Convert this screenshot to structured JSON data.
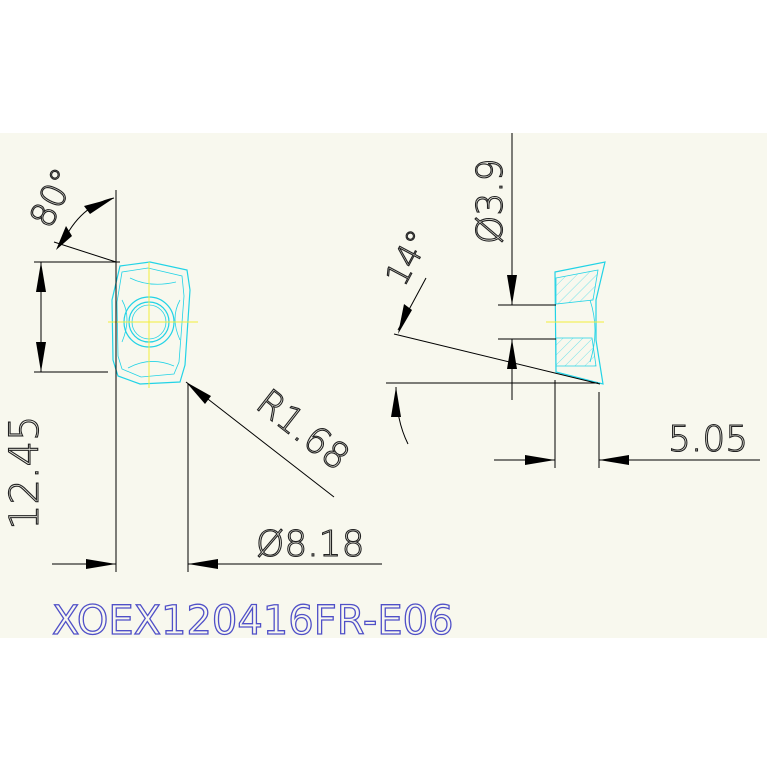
{
  "dimensions": {
    "angle_80": "80°",
    "length_12_45": "12.45",
    "radius": "R1.68",
    "width_dia": "Ø8.18",
    "angle_14": "14°",
    "hole_dia": "Ø3.9",
    "thickness": "5.05"
  },
  "part_number": "XOEX120416FR-E06",
  "colors": {
    "background": "#f8f8ee",
    "outline": "#22d3e6",
    "centerline": "#f2ee3a",
    "dimension": "#000000",
    "label": "#5050c8"
  }
}
